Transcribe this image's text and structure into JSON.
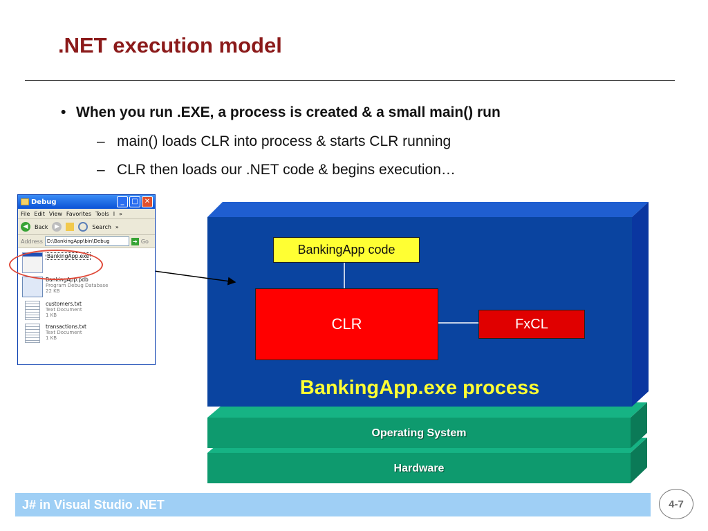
{
  "slide": {
    "title": ".NET execution model",
    "bullet": "When you run .EXE, a process is created & a small main() run",
    "sub_bullets": [
      "main() loads CLR into process & starts CLR running",
      "CLR then loads our .NET code & begins execution…"
    ]
  },
  "explorer": {
    "title": "Debug",
    "menu": [
      "File",
      "Edit",
      "View",
      "Favorites",
      "Tools",
      "I",
      "»"
    ],
    "toolbar": {
      "back": "Back",
      "search": "Search",
      "more": "»"
    },
    "address": {
      "label": "Address",
      "value": "D:\\BankingApp\\bin\\Debug",
      "go": "Go"
    },
    "files": [
      {
        "name": "BankingApp.exe",
        "type": "",
        "size": ""
      },
      {
        "name": "BankingApp.pdb",
        "type": "Program Debug Database",
        "size": "22 KB"
      },
      {
        "name": "customers.txt",
        "type": "Text Document",
        "size": "1 KB"
      },
      {
        "name": "transactions.txt",
        "type": "Text Document",
        "size": "1 KB"
      }
    ]
  },
  "diagram": {
    "code_box": "BankingApp code",
    "clr_box": "CLR",
    "fxcl_box": "FxCL",
    "process_label": "BankingApp.exe process",
    "layers": [
      "Operating System",
      "Hardware"
    ],
    "colors": {
      "process": "#0a44a0",
      "clr": "#ff0000",
      "code": "#ffff33",
      "layer": "#0e9a6e",
      "process_text": "#ffff33"
    }
  },
  "footer": {
    "text": "J# in Visual Studio .NET",
    "page": "4-7"
  }
}
